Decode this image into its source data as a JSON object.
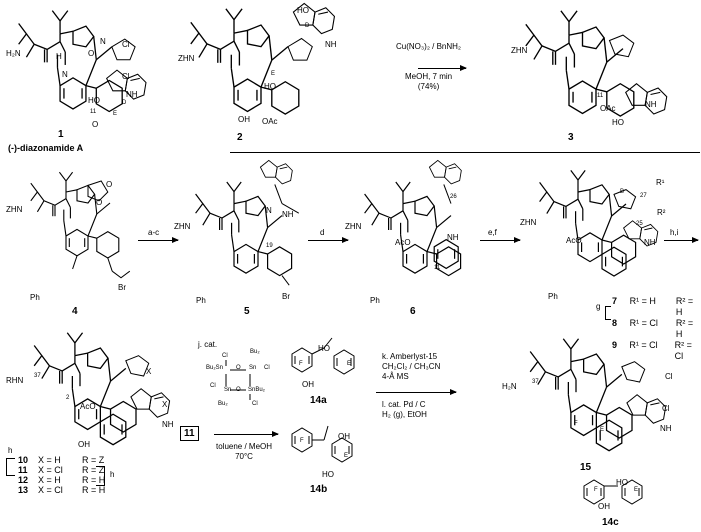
{
  "compounds": [
    {
      "id": "c1",
      "label": "1"
    },
    {
      "id": "c2",
      "label": "2"
    },
    {
      "id": "c3",
      "label": "3"
    },
    {
      "id": "c4",
      "label": "4"
    },
    {
      "id": "c5",
      "label": "5"
    },
    {
      "id": "c6",
      "label": "6"
    },
    {
      "id": "c14a",
      "label": "14a"
    },
    {
      "id": "c14b",
      "label": "14b"
    },
    {
      "id": "c14c",
      "label": "14c"
    },
    {
      "id": "c15",
      "label": "15"
    }
  ],
  "natural_product_name": "(-)-diazonamide A",
  "reactions": {
    "r1": {
      "lines": [
        "Cu(NO₃)₂ / BnNH₂",
        "MeOH, 7 min",
        "(74%)"
      ]
    },
    "r2": {
      "label": "a-c"
    },
    "r3": {
      "label": "d"
    },
    "r4": {
      "label": "e,f"
    },
    "r5": {
      "label": "h,i"
    },
    "r6": {
      "label": "g"
    },
    "r7": {
      "label": "h"
    },
    "r8": {
      "label": "h"
    },
    "r9": {
      "line1": "j. cat.",
      "reagent": "11",
      "solvent": "toluene / MeOH",
      "temp": "70°C"
    },
    "r10": {
      "lines": [
        "k. Amberlyst-15",
        "CH₂Cl₂ / CH₃CN",
        "4-Å MS"
      ]
    },
    "r11": {
      "lines": [
        "l. cat. Pd / C",
        "H₂ (g), EtOH"
      ]
    }
  },
  "variants_7_9": [
    {
      "num": "7",
      "r1": "R¹ = H",
      "r2": "R² = H"
    },
    {
      "num": "8",
      "r1": "R¹ = Cl",
      "r2": "R² = H"
    },
    {
      "num": "9",
      "r1": "R¹ = Cl",
      "r2": "R² = Cl"
    }
  ],
  "variants_10_13": [
    {
      "num": "10",
      "x": "X = H",
      "r": "R = Z"
    },
    {
      "num": "11",
      "x": "X = Cl",
      "r": "R = Z"
    },
    {
      "num": "12",
      "x": "X = H",
      "r": "R = H"
    },
    {
      "num": "13",
      "x": "X = Cl",
      "r": "R = H"
    }
  ],
  "atoms": {
    "H2N": "H₂N",
    "ZHN": "ZHN",
    "RHN": "RHN",
    "N": "N",
    "O": "O",
    "NH": "NH",
    "H": "H",
    "Cl": "Cl",
    "HO": "HO",
    "OH": "OH",
    "OAc": "OAc",
    "AcO": "AcO",
    "PhO": "Ph",
    "Br": "Br",
    "X": "X",
    "R1": "R¹",
    "R2": "R²",
    "ringD": "D",
    "ringE": "E",
    "ringF": "F",
    "ringB": "B",
    "pos11": "11",
    "pos19": "19",
    "pos26": "26",
    "pos27": "27",
    "pos25": "25",
    "pos37": "37",
    "pos2": "2"
  },
  "tin_catalyst": {
    "cl": "Cl",
    "bu2": "Bu₂",
    "sn": "Sn",
    "o": "O",
    "snbu2": "SnBu₂",
    "bu2sn": "Bu₂Sn"
  }
}
